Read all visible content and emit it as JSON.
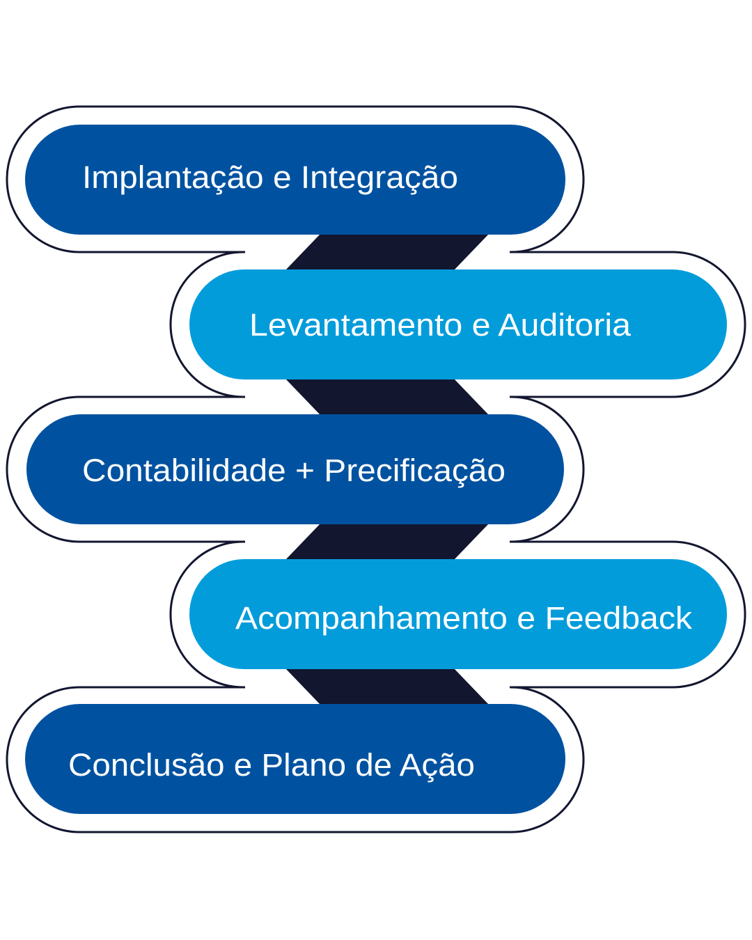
{
  "colors": {
    "dark_blue": "#0052a0",
    "light_blue": "#039cdb",
    "outline": "#12162f",
    "connector": "#12162f",
    "text": "#ffffff"
  },
  "steps": [
    {
      "label": "Implantação e Integração"
    },
    {
      "label": "Levantamento e Auditoria"
    },
    {
      "label": "Contabilidade + Precificação"
    },
    {
      "label": "Acompanhamento e Feedback"
    },
    {
      "label": "Conclusão e Plano de Ação"
    }
  ]
}
